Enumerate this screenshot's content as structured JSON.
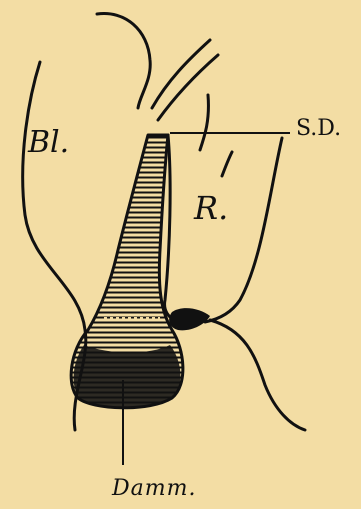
{
  "labels": {
    "bl": "Bl.",
    "r": "R.",
    "sd": "S.D.",
    "damm": "Damm."
  },
  "colors": {
    "background": "#f3dda4",
    "ink": "#111111"
  }
}
